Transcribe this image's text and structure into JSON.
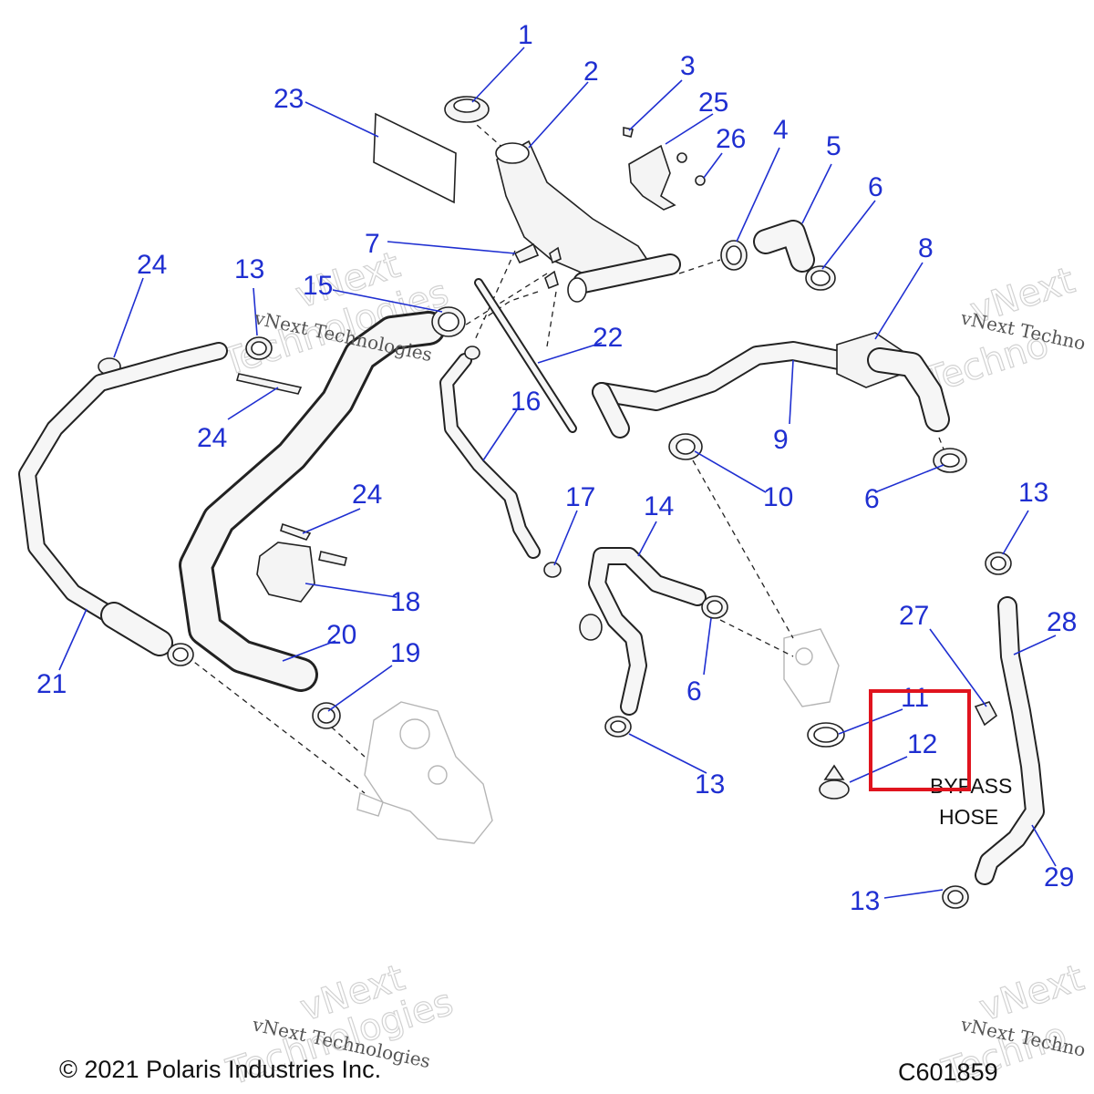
{
  "diagram": {
    "callouts": [
      "1",
      "2",
      "3",
      "4",
      "5",
      "6",
      "6",
      "6",
      "7",
      "8",
      "9",
      "10",
      "11",
      "12",
      "13",
      "13",
      "13",
      "13",
      "14",
      "15",
      "16",
      "17",
      "18",
      "19",
      "20",
      "21",
      "22",
      "23",
      "24",
      "24",
      "24",
      "25",
      "26",
      "27",
      "28",
      "29"
    ],
    "bypass_label": [
      "BYPASS",
      "HOSE"
    ],
    "copyright": "© 2021 Polaris Industries Inc.",
    "figure_code": "C601859",
    "watermark_line1": "vNext Technologies",
    "watermark_line2": "vNext Technologies",
    "watermark_line3": "vNext Techno",
    "watermark_line4": "vNext Techno",
    "highlight_color": "#e0141e",
    "callout_color": "#1f2fd1"
  }
}
